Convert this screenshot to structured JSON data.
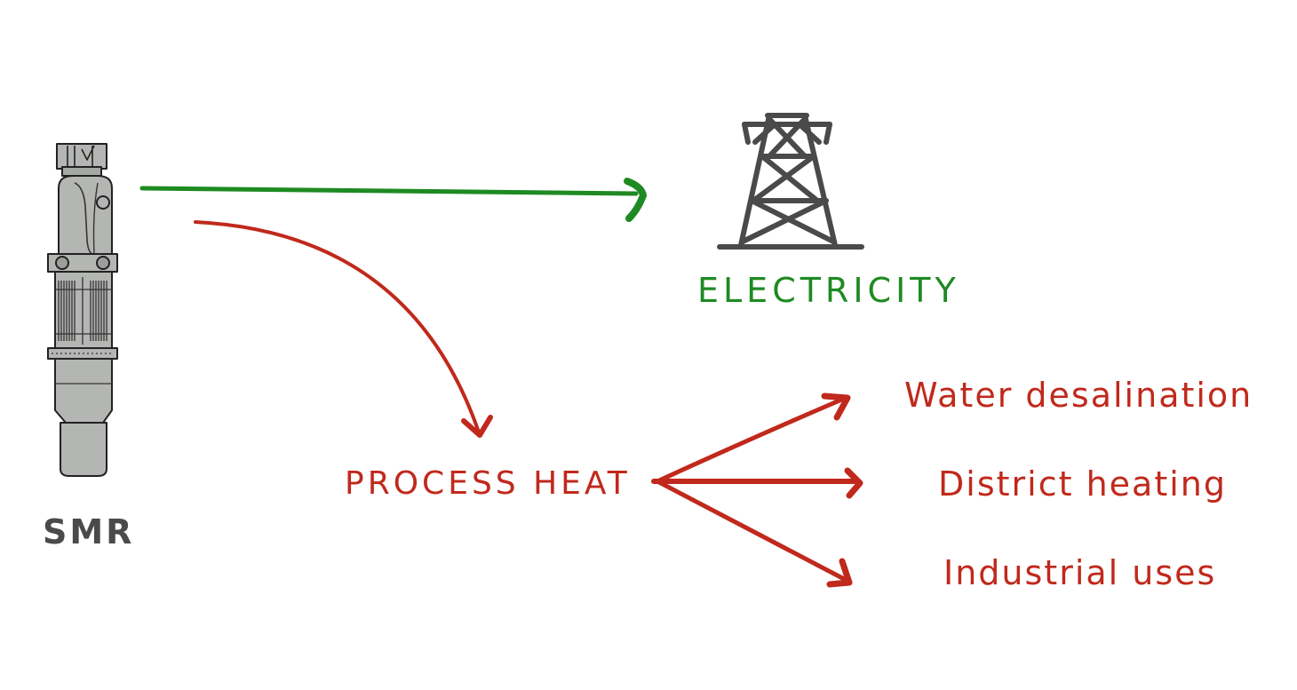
{
  "colors": {
    "electricity": "#1e8a22",
    "heat": "#c0291c",
    "reactor_fill": "#b4b6b3",
    "reactor_stroke": "#222222",
    "tower": "#4a4a4a",
    "text_dark": "#4a4a4a"
  },
  "nodes": {
    "smr": {
      "label": "SMR",
      "icon": "reactor-icon"
    },
    "electricity": {
      "label": "ELECTRICITY",
      "icon": "transmission-tower-icon"
    },
    "process_heat": {
      "label": "PROCESS HEAT"
    }
  },
  "uses": [
    {
      "label": "Water desalination"
    },
    {
      "label": "District heating"
    },
    {
      "label": "Industrial uses"
    }
  ],
  "edges": [
    {
      "from": "smr",
      "to": "electricity"
    },
    {
      "from": "smr",
      "to": "process_heat"
    },
    {
      "from": "process_heat",
      "to": "Water desalination"
    },
    {
      "from": "process_heat",
      "to": "District heating"
    },
    {
      "from": "process_heat",
      "to": "Industrial uses"
    }
  ]
}
